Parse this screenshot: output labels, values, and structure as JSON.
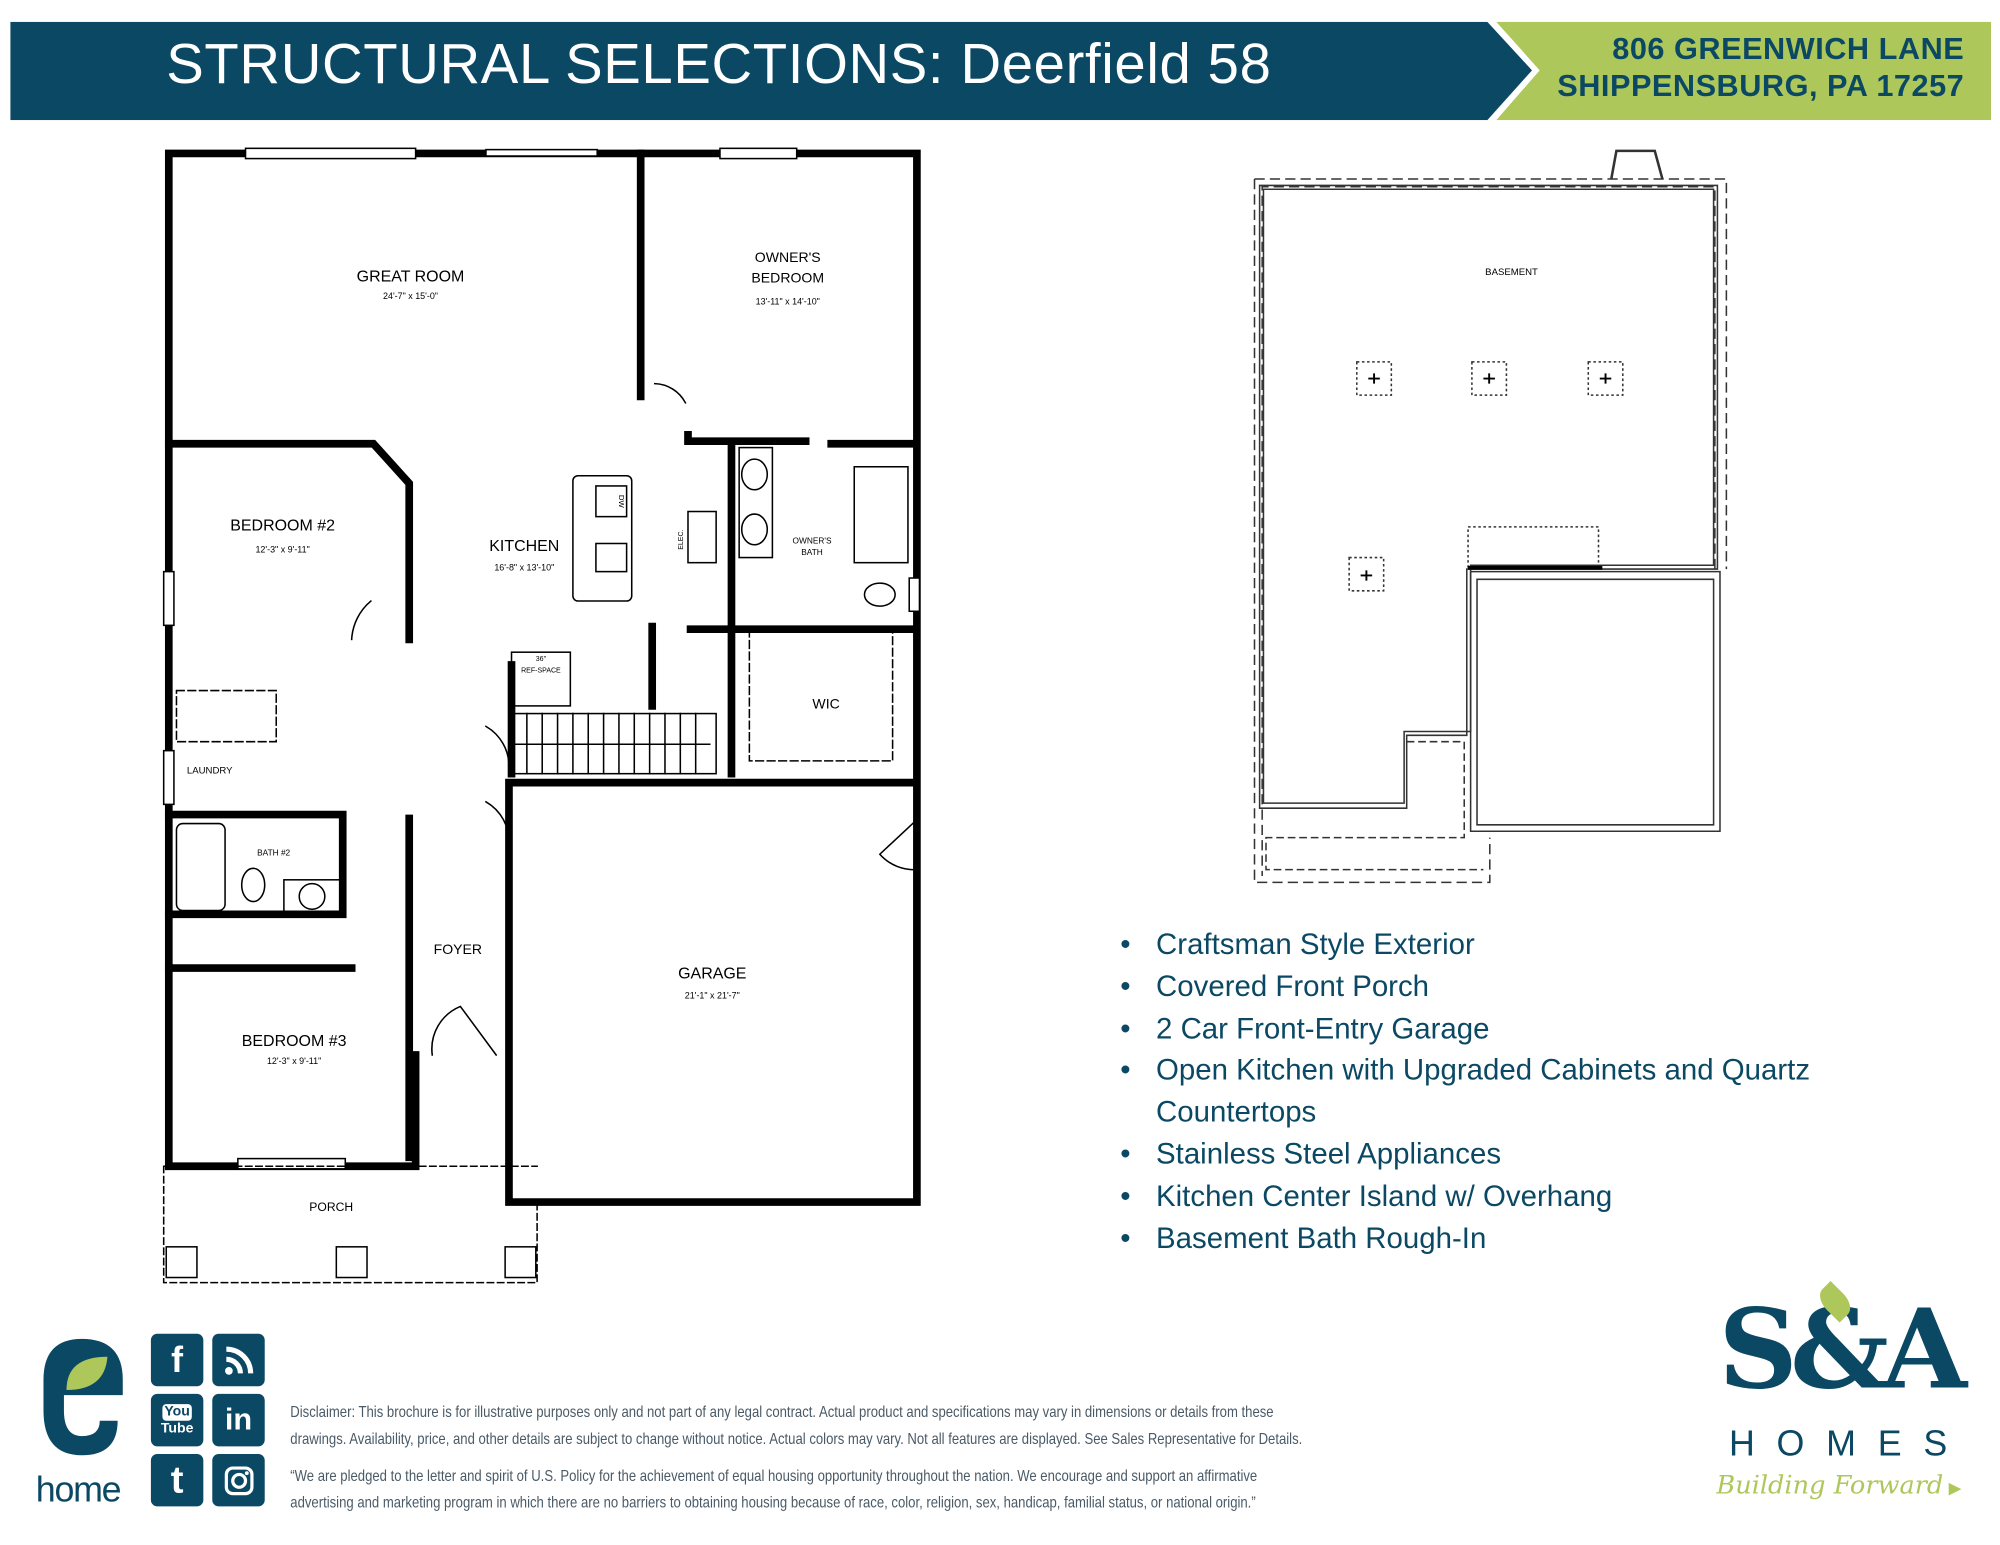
{
  "header": {
    "title": "STRUCTURAL SELECTIONS: Deerfield 58",
    "address_line1": "806 GREENWICH LANE",
    "address_line2": "SHIPPENSBURG, PA 17257"
  },
  "colors": {
    "brand_navy": "#0b4864",
    "brand_green": "#aec75a"
  },
  "main_floor": {
    "rooms": [
      {
        "name": "GREAT ROOM",
        "size": "24'-7\" x 15'-0\""
      },
      {
        "name": "OWNER'S",
        "name2": "BEDROOM",
        "size": "13'-11\" x 14'-10\""
      },
      {
        "name": "BEDROOM #2",
        "size": "12'-3\" x 9'-11\""
      },
      {
        "name": "KITCHEN",
        "size": "16'-8\" x 13'-10\""
      },
      {
        "name": "GARAGE",
        "size": "21'-1\" x 21'-7\""
      },
      {
        "name": "BEDROOM #3",
        "size": "12'-3\" x 9'-11\""
      }
    ],
    "labels": {
      "owners_bath_1": "OWNER'S",
      "owners_bath_2": "BATH",
      "wic": "WIC",
      "laundry": "LAUNDRY",
      "bath2": "BATH #2",
      "foyer": "FOYER",
      "porch": "PORCH",
      "ref_1": "36\"",
      "ref_2": "REF-SPACE",
      "dw": "DW",
      "elec": "ELEC."
    }
  },
  "basement": {
    "label": "BASEMENT"
  },
  "features": [
    "Craftsman Style Exterior",
    "Covered Front Porch",
    "2 Car Front-Entry Garage",
    "Open Kitchen with Upgraded Cabinets and Quartz Countertops",
    "Stainless Steel Appliances",
    "Kitchen Center Island w/ Overhang",
    "Basement Bath Rough-In"
  ],
  "footer": {
    "ehome_logo": "home",
    "social": [
      "facebook-icon",
      "rss-icon",
      "youtube-icon",
      "linkedin-icon",
      "twitter-icon",
      "instagram-icon"
    ],
    "youtube_text_1": "You",
    "youtube_text_2": "Tube",
    "disclaimer_1": "Disclaimer:  This brochure is for illustrative purposes only and not part of any legal contract.  Actual product and specifications may vary in dimensions or details from these drawings. Availability, price, and other details are subject to change without notice. Actual colors may vary. Not all features are displayed.  See Sales Representative for Details.",
    "disclaimer_2": "“We are pledged to the letter and spirit of U.S. Policy for the achievement of equal housing opportunity throughout the nation.  We encourage and support an affirmative advertising and marketing program in which there are no barriers to obtaining housing because of race, color, religion, sex, handicap, familial status, or national origin.”",
    "brand_logo": {
      "mark": "S&A",
      "word": "HOMES",
      "tagline": "Building Forward"
    }
  }
}
